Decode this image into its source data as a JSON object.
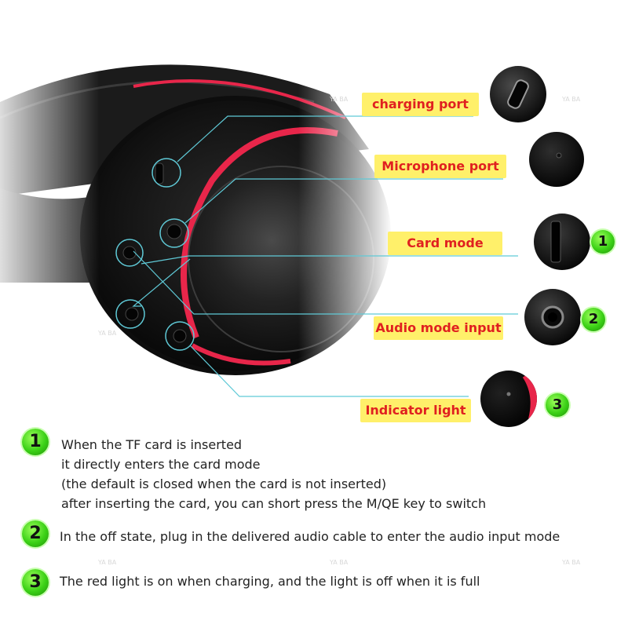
{
  "callouts": [
    {
      "label": "charging port"
    },
    {
      "label": "Microphone port"
    },
    {
      "label": "Card mode",
      "badge": "1"
    },
    {
      "label": "Audio mode input",
      "badge": "2"
    },
    {
      "label": "Indicator light",
      "badge": "3"
    }
  ],
  "notes": [
    {
      "badge": "1",
      "lines": [
        "When the TF card is inserted",
        "it directly enters the card mode",
        "(the default is closed when the card is not inserted)",
        "after inserting the card, you can short press the M/QE key to switch"
      ]
    },
    {
      "badge": "2",
      "lines": [
        "In the off state, plug in the delivered audio cable to enter the audio input mode"
      ]
    },
    {
      "badge": "3",
      "lines": [
        "The red light is on when charging, and the light is off when it is full"
      ]
    }
  ],
  "watermark": "YA BA",
  "colors": {
    "label_bg": "#fff06a",
    "label_text": "#e02020",
    "badge_green": "#3bd116",
    "pointer_line": "#5fc9d6",
    "headphone_red": "#e8264a"
  }
}
